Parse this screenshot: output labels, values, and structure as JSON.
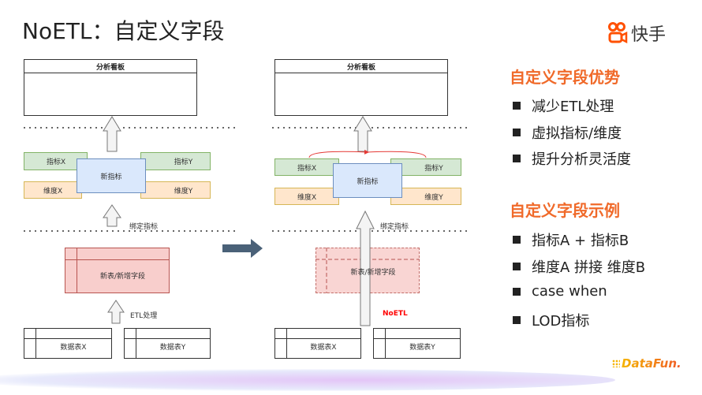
{
  "title": "NoETL：自定义字段",
  "logo": {
    "name": "快手",
    "color": "#ff5000"
  },
  "footer_logo": "DataFun.",
  "left_diagram": {
    "dashboard": "分析看板",
    "metric_x": "指标X",
    "metric_y": "指标Y",
    "dim_x": "维度X",
    "dim_y": "维度Y",
    "new_metric": "新指标",
    "bind_label": "绑定指标",
    "new_table": "新表/新增字段",
    "process_label": "ETL处理",
    "table_x": "数据表X",
    "table_y": "数据表Y"
  },
  "right_diagram": {
    "dashboard": "分析看板",
    "metric_x": "指标X",
    "metric_y": "指标Y",
    "dim_x": "维度X",
    "dim_y": "维度Y",
    "new_metric": "新指标",
    "bind_label": "绑定指标",
    "new_table": "新表/新增字段",
    "process_label": "NoETL",
    "table_x": "数据表X",
    "table_y": "数据表Y"
  },
  "sections": [
    {
      "heading": "自定义字段优势",
      "items": [
        "减少ETL处理",
        "虚拟指标/维度",
        "提升分析灵活度"
      ]
    },
    {
      "heading": "自定义字段示例",
      "items": [
        "指标A + 指标B",
        "维度A 拼接 维度B",
        "case when",
        "LOD指标"
      ]
    }
  ],
  "colors": {
    "accent": "#f06a2a",
    "noetl": "#ff0000",
    "line": "#1e88e5"
  }
}
